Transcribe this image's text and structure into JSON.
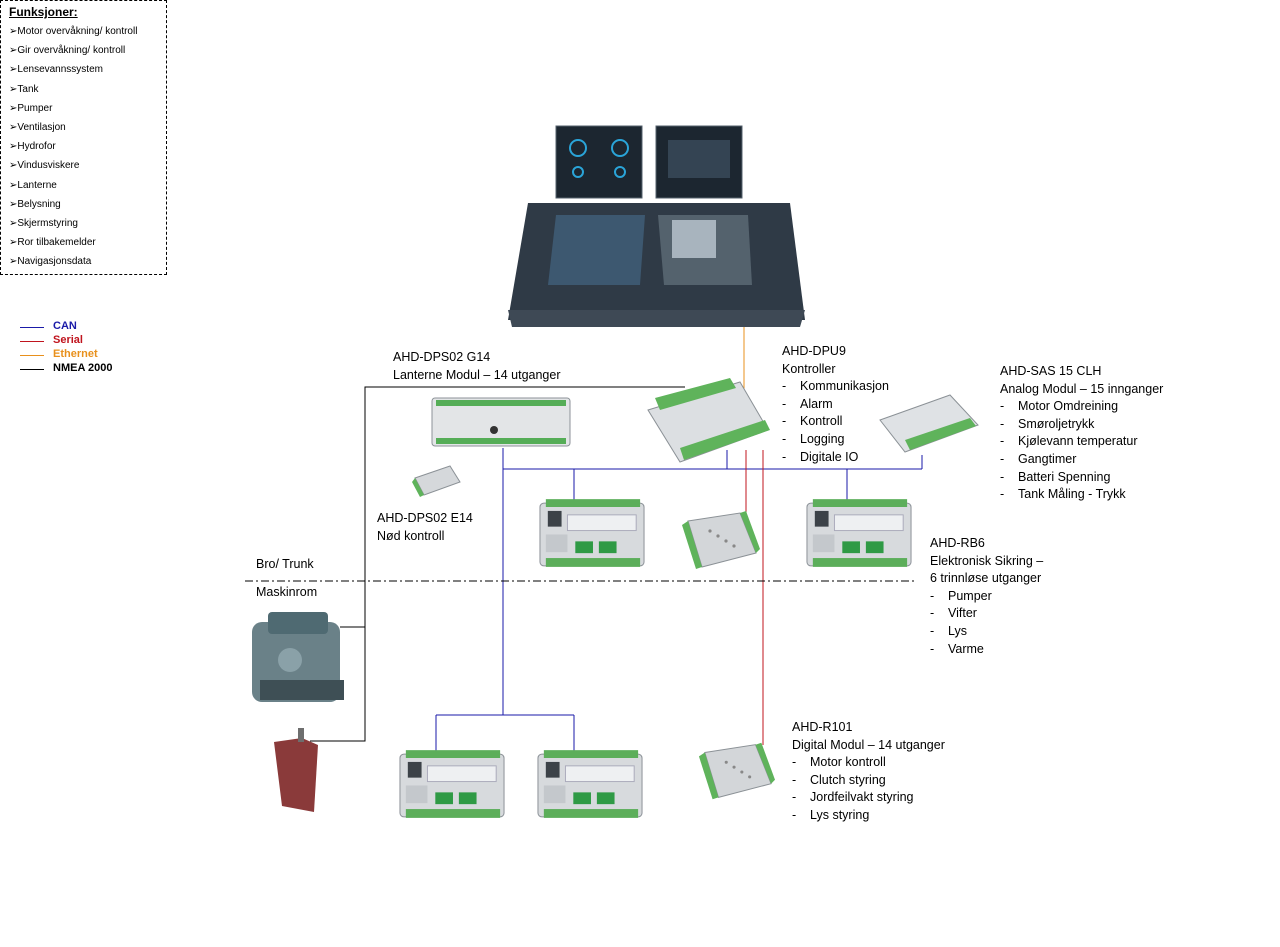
{
  "functions": {
    "title": "Funksjoner:",
    "items": [
      "➢Motor overvåkning/ kontroll",
      "➢Gir overvåkning/ kontroll",
      "➢Lensevannssystem",
      "➢Tank",
      "➢Pumper",
      "➢Ventilasjon",
      "➢Hydrofor",
      "➢Vindusviskere",
      "➢Lanterne",
      "➢Belysning",
      "➢Skjermstyring",
      "➢Ror tilbakemelder",
      "➢Navigasjonsdata"
    ]
  },
  "legend": [
    {
      "label": "CAN",
      "color": "#1a1aa8"
    },
    {
      "label": "Serial",
      "color": "#c0141e"
    },
    {
      "label": "Ethernet",
      "color": "#e8901c"
    },
    {
      "label": "NMEA 2000",
      "color": "#000000"
    }
  ],
  "zones": {
    "top": "Bro/ Trunk",
    "bottom": "Maskinrom"
  },
  "modules": {
    "dps02_g14": {
      "title": "AHD-DPS02 G14",
      "subtitle": "Lanterne Modul – 14 utganger"
    },
    "dps02_e14": {
      "title": "AHD-DPS02 E14",
      "subtitle": "Nød kontroll"
    },
    "dpu9": {
      "title": "AHD-DPU9",
      "subtitle": "Kontroller",
      "items": [
        "Kommunikasjon",
        "Alarm",
        "Kontroll",
        "Logging",
        "Digitale IO"
      ]
    },
    "sas15": {
      "title": "AHD-SAS 15 CLH",
      "subtitle": "Analog Modul – 15 innganger",
      "items": [
        "Motor Omdreining",
        "Smøroljetrykk",
        "Kjølevann temperatur",
        "Gangtimer",
        "Batteri Spenning",
        "Tank Måling - Trykk"
      ]
    },
    "rb6": {
      "title": "AHD-RB6",
      "subtitle1": "Elektronisk Sikring –",
      "subtitle2": "6 trinnløse utganger",
      "items": [
        "Pumper",
        "Vifter",
        "Lys",
        "Varme"
      ]
    },
    "r101": {
      "title": "AHD-R101",
      "subtitle": "Digital Modul – 14 utganger",
      "items": [
        "Motor kontroll",
        "Clutch styring",
        "Jordfeilvakt styring",
        "Lys styring"
      ]
    }
  }
}
